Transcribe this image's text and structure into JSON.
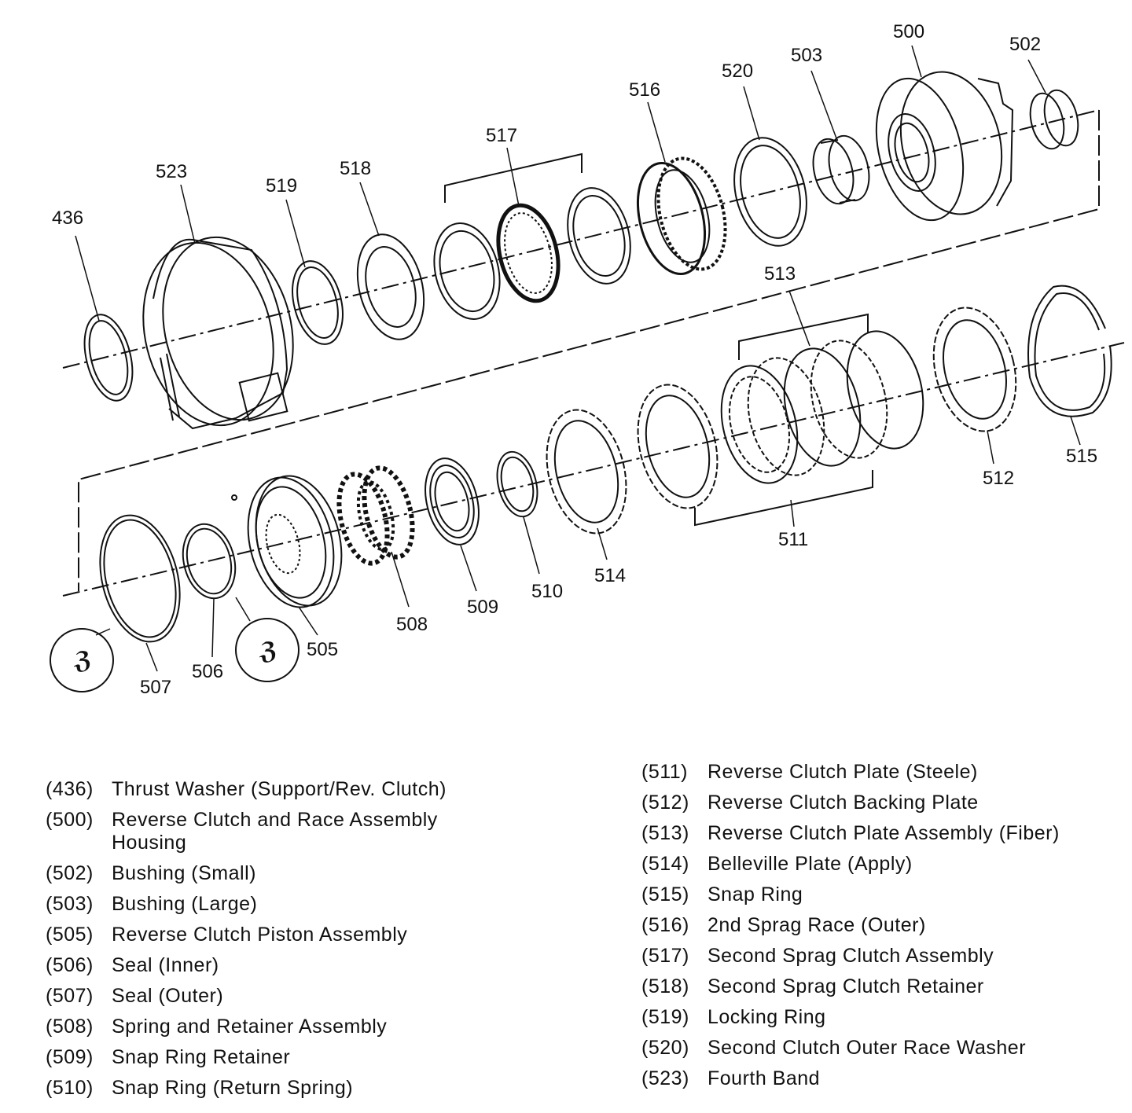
{
  "diagram": {
    "callouts": {
      "c436": "436",
      "c523": "523",
      "c519": "519",
      "c518": "518",
      "c517": "517",
      "c516": "516",
      "c520": "520",
      "c503": "503",
      "c500": "500",
      "c502": "502",
      "c513": "513",
      "c515": "515",
      "c512": "512",
      "c511": "511",
      "c514": "514",
      "c510": "510",
      "c509": "509",
      "c508": "508",
      "c505": "505",
      "c506": "506",
      "c507": "507"
    },
    "lube_symbol": "ℨ"
  },
  "legend": {
    "left": [
      {
        "num": "(436)",
        "desc": "Thrust Washer (Support/Rev. Clutch)"
      },
      {
        "num": "(500)",
        "desc": "Reverse Clutch and Race Assembly Housing"
      },
      {
        "num": "(502)",
        "desc": "Bushing (Small)"
      },
      {
        "num": "(503)",
        "desc": "Bushing (Large)"
      },
      {
        "num": "(505)",
        "desc": "Reverse Clutch Piston Assembly"
      },
      {
        "num": "(506)",
        "desc": "Seal (Inner)"
      },
      {
        "num": "(507)",
        "desc": "Seal (Outer)"
      },
      {
        "num": "(508)",
        "desc": "Spring and Retainer Assembly"
      },
      {
        "num": "(509)",
        "desc": "Snap Ring Retainer"
      },
      {
        "num": "(510)",
        "desc": "Snap Ring (Return Spring)"
      }
    ],
    "right": [
      {
        "num": "(511)",
        "desc": "Reverse Clutch Plate (Steele)"
      },
      {
        "num": "(512)",
        "desc": "Reverse Clutch Backing Plate"
      },
      {
        "num": "(513)",
        "desc": "Reverse Clutch Plate Assembly (Fiber)"
      },
      {
        "num": "(514)",
        "desc": "Belleville Plate (Apply)"
      },
      {
        "num": "(515)",
        "desc": "Snap Ring"
      },
      {
        "num": "(516)",
        "desc": "2nd Sprag Race (Outer)"
      },
      {
        "num": "(517)",
        "desc": "Second Sprag Clutch Assembly"
      },
      {
        "num": "(518)",
        "desc": "Second Sprag Clutch Retainer"
      },
      {
        "num": "(519)",
        "desc": "Locking Ring"
      },
      {
        "num": "(520)",
        "desc": "Second Clutch Outer Race Washer"
      },
      {
        "num": "(523)",
        "desc": "Fourth Band"
      }
    ]
  }
}
